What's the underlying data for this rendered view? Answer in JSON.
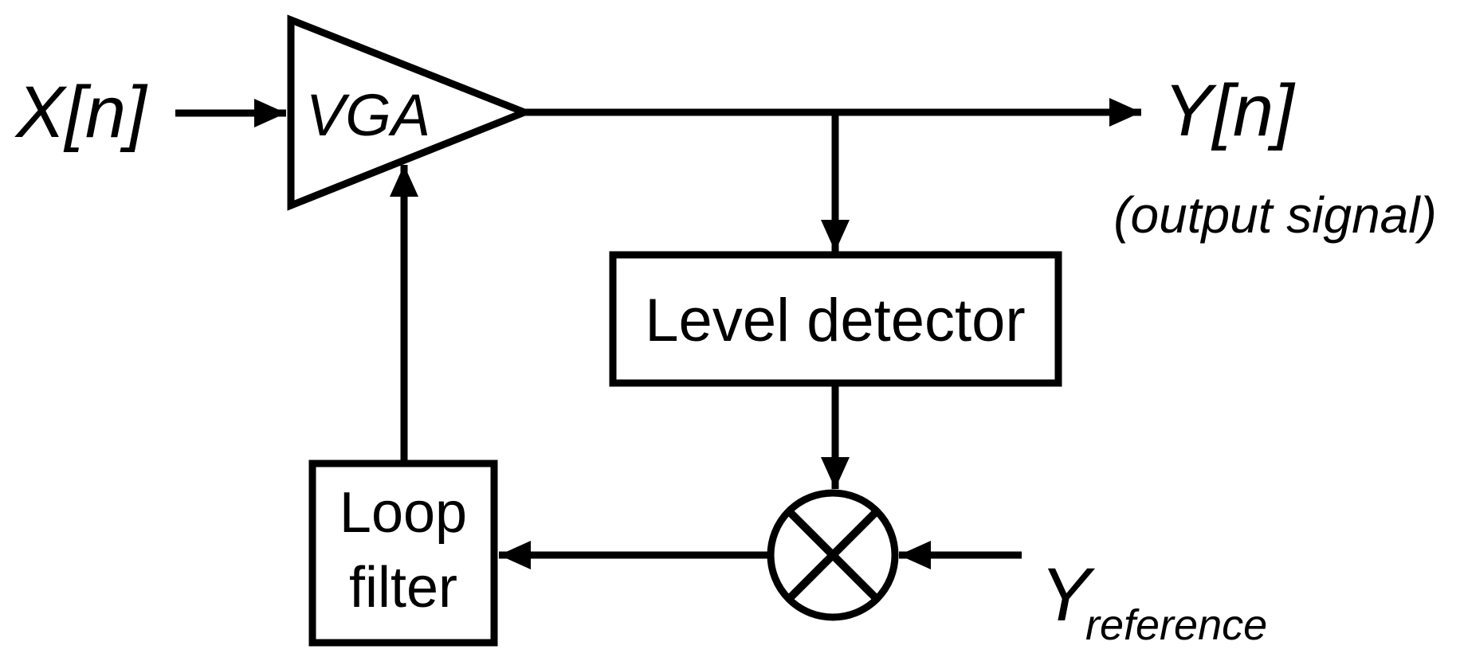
{
  "diagram": {
    "labels": {
      "input": "X[n]",
      "vga": "VGA",
      "output": "Y[n]",
      "output_note": "(output signal)",
      "level_detector": "Level detector",
      "loop_filter_line1": "Loop",
      "loop_filter_line2": "filter",
      "reference_main": "Y",
      "reference_sub": "reference"
    },
    "icons": {
      "multiplier": "circle-with-x-multiplier"
    },
    "colors": {
      "ink": "#000000",
      "background": "#ffffff"
    }
  }
}
